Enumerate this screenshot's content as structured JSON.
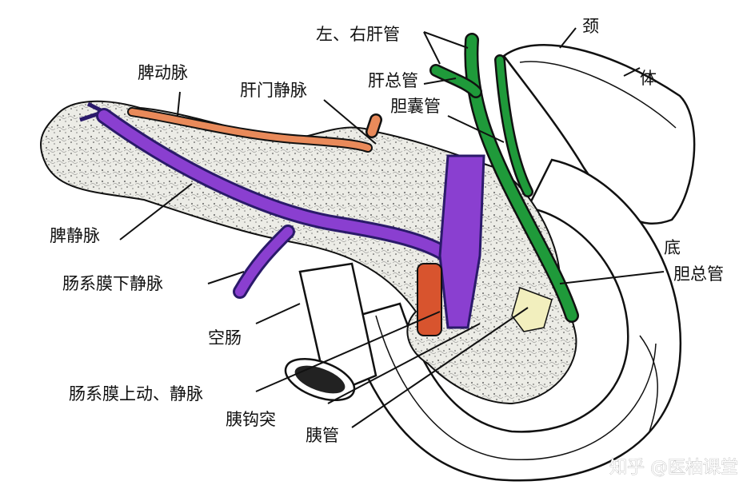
{
  "labels": {
    "hepatic_ducts": "左、右肝管",
    "neck": "颈",
    "body": "体",
    "common_hepatic_duct": "肝总管",
    "splenic_artery": "脾动脉",
    "hepatic_portal_vein": "肝门静脉",
    "cystic_duct": "胆囊管",
    "splenic_vein": "脾静脉",
    "fundus": "底",
    "common_bile_duct": "胆总管",
    "inferior_mesenteric_vein": "肠系膜下静脉",
    "jejunum": "空肠",
    "superior_mesenteric_vessels": "肠系膜上动、静脉",
    "uncinate_process": "胰钩突",
    "pancreatic_duct": "胰管"
  },
  "watermark": "知乎 @医柚课堂",
  "colors": {
    "pancreas_fill": "#e9e9e4",
    "pancreas_stipple": "#3a3a3a",
    "splenic_artery": "#e98a5a",
    "portal_vein": "#8a3fd0",
    "portal_vein_dark": "#2a1a6a",
    "bile_ducts": "#1f9a3a",
    "sma": "#d8542e",
    "pancreatic_duct": "#f2efbe",
    "outline": "#111111"
  }
}
